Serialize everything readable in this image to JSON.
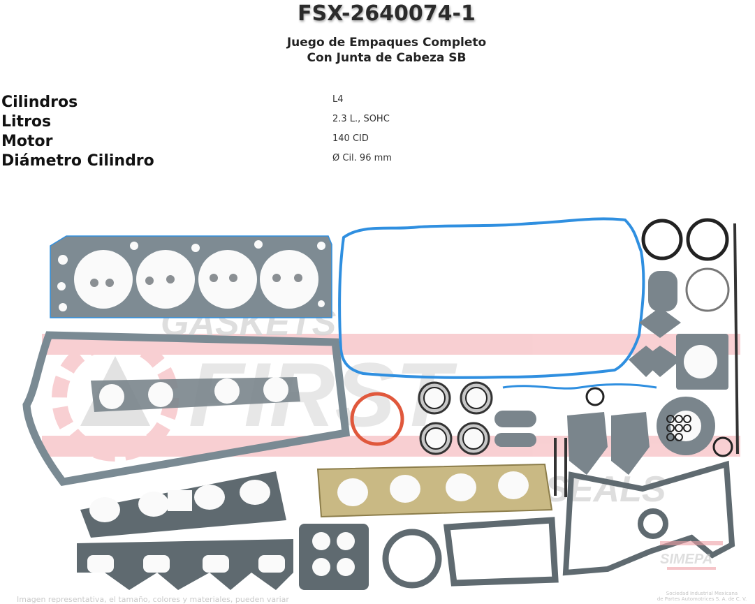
{
  "product": {
    "part_number": "FSX-2640074-1",
    "description_line1": "Juego de Empaques Completo",
    "description_line2": "Con Junta de Cabeza SB"
  },
  "specs": [
    {
      "label": "Cilindros",
      "value": "L4"
    },
    {
      "label": "Litros",
      "value": "2.3 L., SOHC"
    },
    {
      "label": "Motor",
      "value": "140 CID"
    },
    {
      "label": "Diámetro Cilindro",
      "value": "Ø Cil. 96 mm"
    }
  ],
  "image": {
    "watermark_top": "GASKETS",
    "watermark_brand": "FIRST",
    "watermark_bottom": "OIL SEALS",
    "maker_logo": "SIMEPA",
    "maker_caption_line1": "Sociedad Industrial Mexicana",
    "maker_caption_line2": "de Partes Automotrices S. A. de C. V.",
    "disclaimer": "Imagen representativa, el tamaño, colores y materiales, pueden variar",
    "colors": {
      "gasket_gray": "#6f7b82",
      "blue_seal": "#2f8fe0",
      "orange_seal": "#e0583c",
      "watermark_red": "#f4a9ae",
      "watermark_gray": "#cfcfcf",
      "mesh_gold": "#c9b984"
    }
  }
}
